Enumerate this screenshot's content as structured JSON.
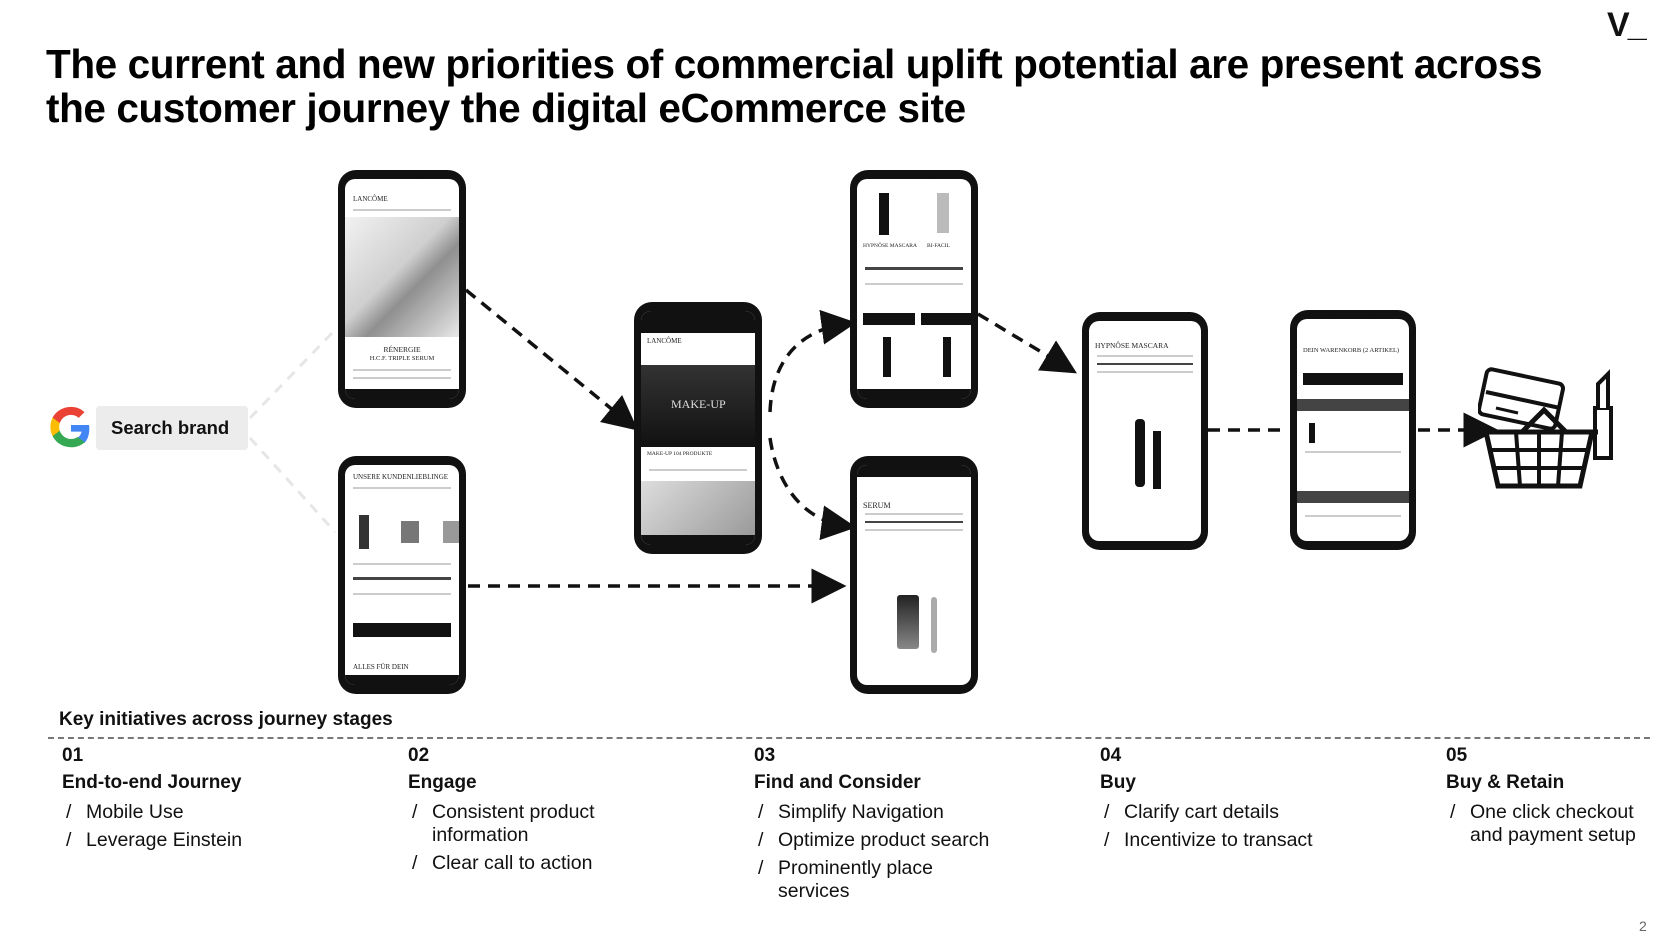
{
  "brand": {
    "logo_text": "V",
    "logo_underscore": "_"
  },
  "title": {
    "line1": "The current and new priorities of commercial uplift potential are present across",
    "line2": "the customer journey the digital eCommerce site"
  },
  "search": {
    "label": "Search brand"
  },
  "phones": {
    "home": {
      "brand": "LANCÔME",
      "product_line": "RÉNERGIE",
      "product_sub": "H.C.F. TRIPLE SERUM"
    },
    "collection": {
      "header": "UNSERE KUNDENLIEBLINGE",
      "footer": "ALLES FÜR DEIN"
    },
    "category": {
      "brand": "LANCÔME",
      "hero": "MAKE-UP",
      "count": "MAKE-UP 104 PRODUKTE"
    },
    "grid": {
      "item1": "HYPNÔSE MASCARA",
      "item2": "BI-FACIL"
    },
    "serum": {
      "title": "SERUM"
    },
    "pdp": {
      "title": "HYPNÔSE MASCARA"
    },
    "cart": {
      "title": "DEIN WARENKORB (2 ARTIKEL)"
    }
  },
  "section": {
    "title": "Key initiatives across journey stages"
  },
  "stages": [
    {
      "num": "01",
      "title": "End-to-end Journey",
      "items": [
        "Mobile Use",
        "Leverage Einstein"
      ]
    },
    {
      "num": "02",
      "title": "Engage",
      "items": [
        "Consistent product information",
        "Clear call to action"
      ]
    },
    {
      "num": "03",
      "title": "Find and Consider",
      "items": [
        "Simplify Navigation",
        "Optimize product search",
        "Prominently place services"
      ]
    },
    {
      "num": "04",
      "title": "Buy",
      "items": [
        "Clarify cart details",
        "Incentivize to transact"
      ]
    },
    {
      "num": "05",
      "title": "Buy & Retain",
      "items": [
        "One click checkout and payment setup"
      ]
    }
  ],
  "page_number": "2",
  "colors": {
    "accent": "#111111",
    "divider": "#777777",
    "pill": "#ececec"
  },
  "icons": [
    "google-icon",
    "arrow-icon",
    "shopping-basket-icon",
    "credit-card-icon",
    "lipstick-icon"
  ]
}
